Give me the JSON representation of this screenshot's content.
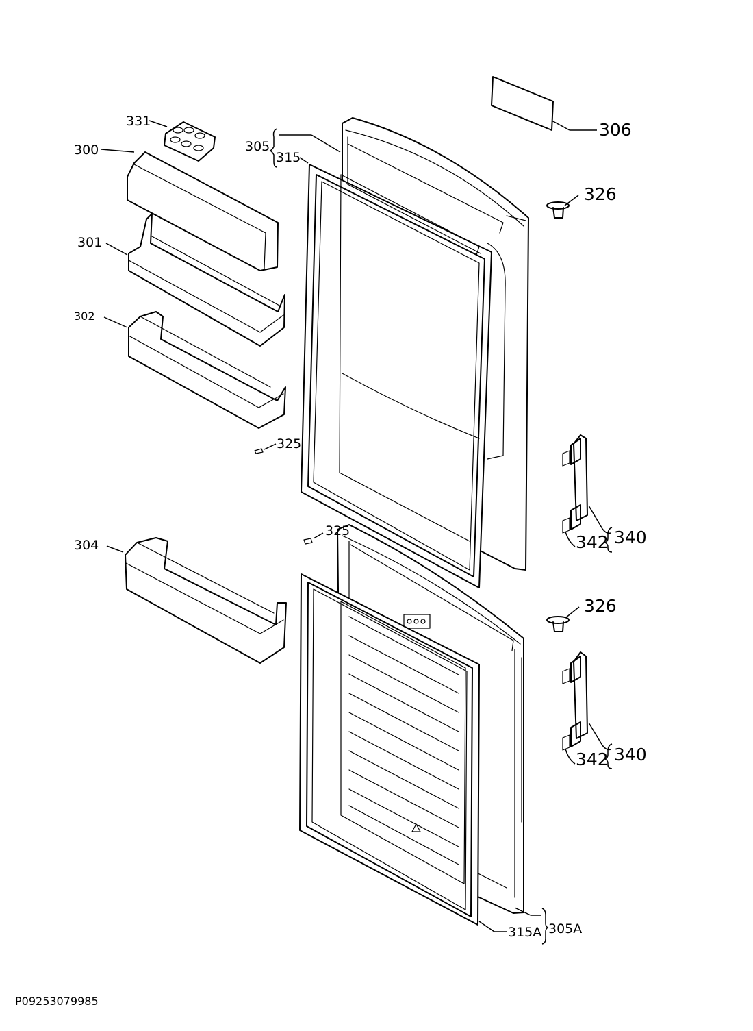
{
  "labels": {
    "p331": "331",
    "p300": "300",
    "p301": "301",
    "p302": "302",
    "p325a": "325",
    "p325b": "325",
    "p304": "304",
    "p305": "305",
    "p315": "315",
    "p306": "306",
    "p326a": "326",
    "p326b": "326",
    "p342a": "342",
    "p340a": "340",
    "p342b": "342",
    "p340b": "340",
    "p315a": "315A",
    "p305a": "305A"
  },
  "drawing_id": "P09253079985"
}
